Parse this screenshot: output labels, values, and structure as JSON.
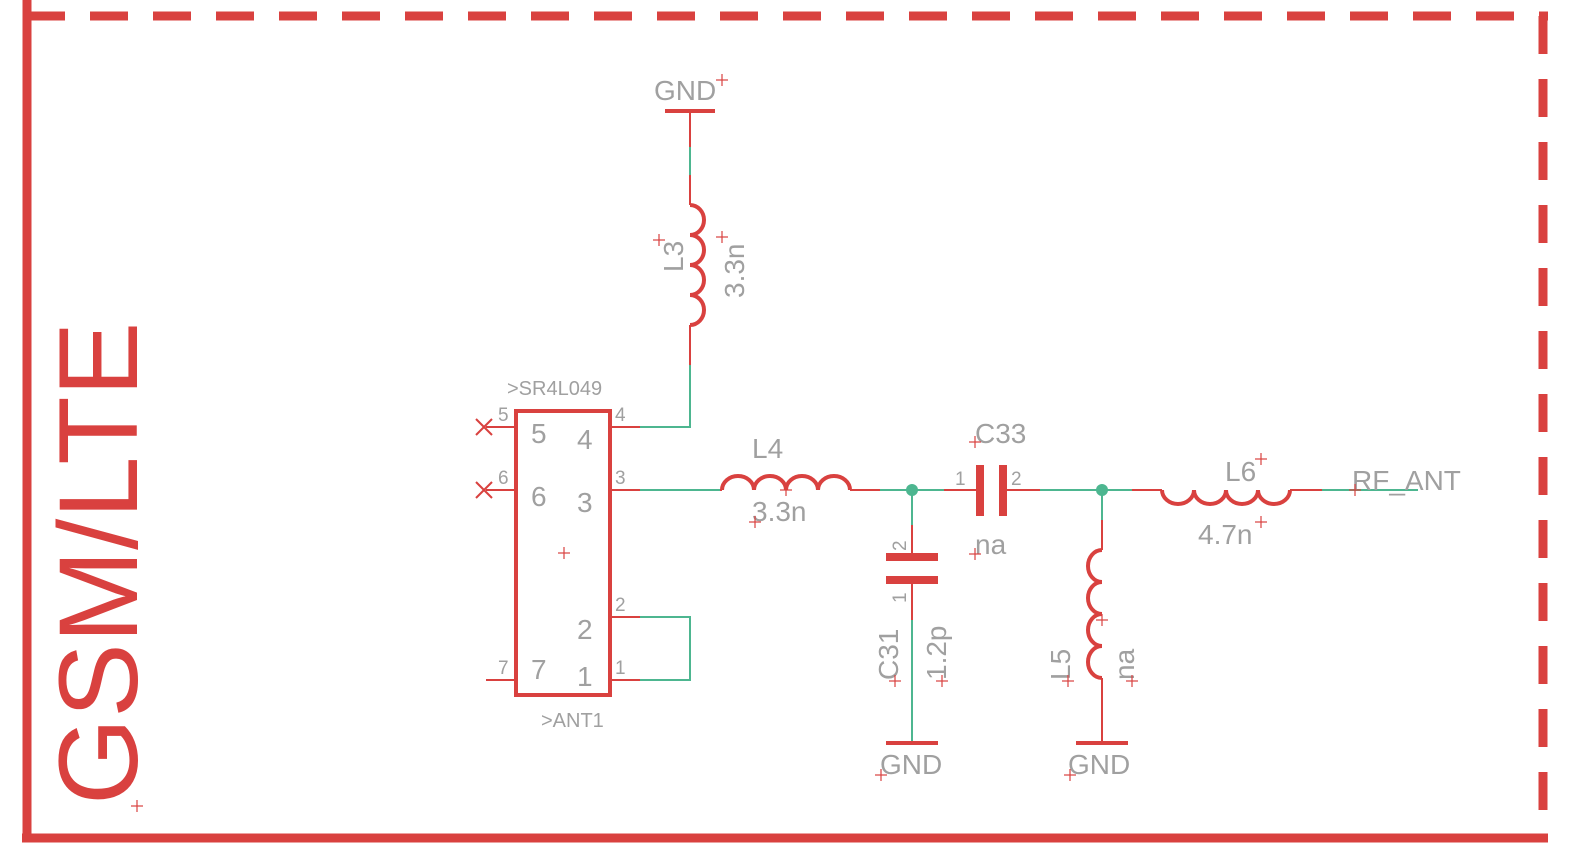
{
  "sheet": {
    "title": "GSM/LTE",
    "colors": {
      "frame": "#d9413f",
      "symbol": "#d9413f",
      "wire": "#4db690",
      "junction": "#4db690",
      "text": "#a0a0a0"
    }
  },
  "ic": {
    "name": ">SR4L049",
    "value": ">ANT1",
    "pins": {
      "p1": "1",
      "p2": "2",
      "p3": "3",
      "p4": "4",
      "p5": "5",
      "p6": "6",
      "p7": "7"
    }
  },
  "components": {
    "l3": {
      "name": "L3",
      "value": "3.3n"
    },
    "l4": {
      "name": "L4",
      "value": "3.3n"
    },
    "l5": {
      "name": "L5",
      "value": "na"
    },
    "l6": {
      "name": "L6",
      "value": "4.7n"
    },
    "c31": {
      "name": "C31",
      "value": "1.2p",
      "pin1": "1",
      "pin2": "2"
    },
    "c33": {
      "name": "C33",
      "value": "na",
      "pin1": "1",
      "pin2": "2"
    }
  },
  "power": {
    "gnd_top": "GND",
    "gnd_c31": "GND",
    "gnd_l5": "GND"
  },
  "nets": {
    "rf_ant": "RF_ANT"
  }
}
